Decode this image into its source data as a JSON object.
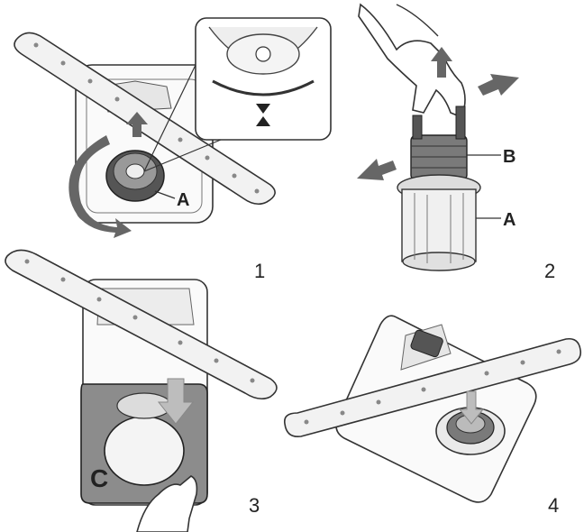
{
  "steps": [
    "1",
    "2",
    "3",
    "4"
  ],
  "parts": {
    "a1": "A",
    "a2": "A",
    "b": "B",
    "c": "C"
  },
  "colors": {
    "line": "#333333",
    "arm_fill": "#f2f2f2",
    "arrow": "#666666",
    "plate": "#8c8c8c",
    "light_arrow": "#bdbdbd",
    "filter": "#7a7a7a"
  },
  "icons": [
    "spray-arm",
    "filter-assembly",
    "hand",
    "arrow-up",
    "arrow-down",
    "rotate-arrow"
  ]
}
